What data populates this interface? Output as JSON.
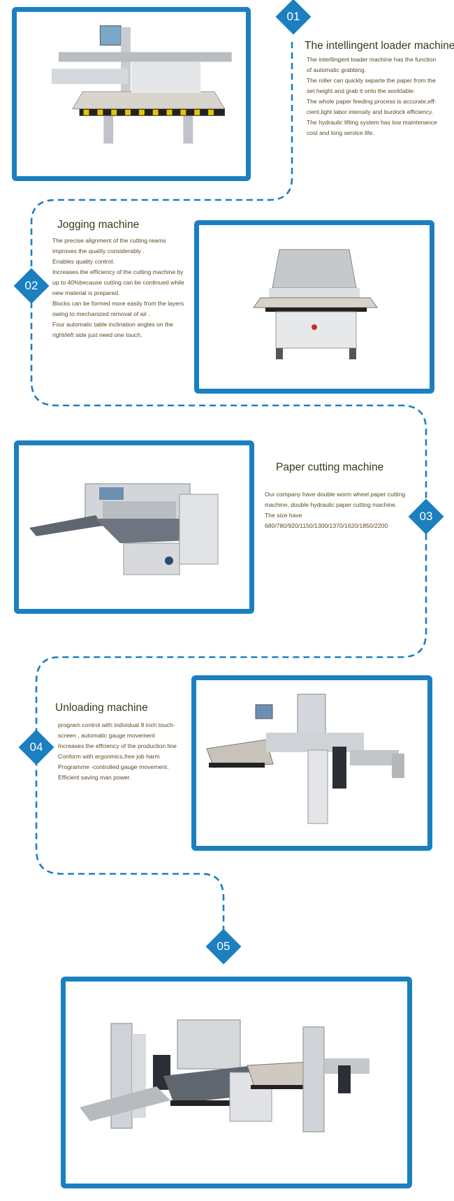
{
  "sections": [
    {
      "num": "01",
      "title": "The intellingent loader machine",
      "lines": [
        "The interllingent loader machine has the function",
        "of automatic grabbing.",
        "The roller can quickly separte the paper from the",
        "set height and grab it onto the worktable.",
        "The whole paper feeding process is accurate,eff-",
        "cient,light labor intensity and burdock efficiency.",
        "The hydraulic lifting system has low maintenance",
        "cost and long service life."
      ]
    },
    {
      "num": "02",
      "title": "Jogging machine",
      "lines": [
        "The precise alignment of the cutting reams",
        "improves the quality considerably .",
        "Enables quality control.",
        "Increases the efficiency of the cutting machine by",
        "up to 40%because cutting can be continued while",
        "new material is prepared.",
        "Blocks can be formed more easily from the layers",
        "owing to mechanized removal of air .",
        "Four automatic table inclination angles on the",
        "right/left side just need one touch."
      ]
    },
    {
      "num": "03",
      "title": "Paper cutting machine",
      "lines": [
        "Our company have double worm wheel paper cutting",
        "machine, double hydraulic paper cutting machine.",
        "The size have",
        "680/780/920/1150/1300/1370/1620/1850/2200"
      ]
    },
    {
      "num": "04",
      "title": "Unloading machine",
      "lines": [
        "program control with individual 8 inch  touch-",
        "screen , automatic gauge movement",
        "Increases the effciency of the production line",
        "Conform with ergonmics,free job harm",
        "Programme -controlled gauge movement.",
        "Efficient saving man power."
      ]
    },
    {
      "num": "05"
    }
  ],
  "colors": {
    "accent": "#1b7fc0",
    "text": "#5a4a22"
  }
}
